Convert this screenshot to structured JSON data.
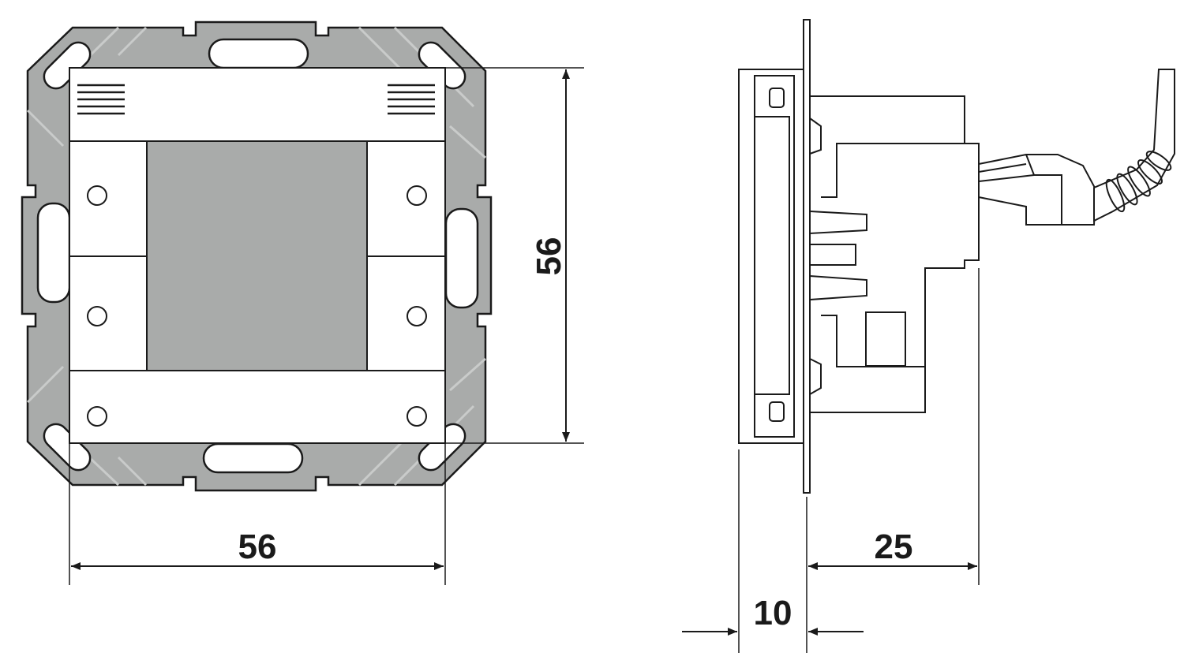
{
  "dimensions": {
    "front_width": "56",
    "front_height": "56",
    "side_front_depth": "10",
    "side_body_depth": "25"
  },
  "colors": {
    "frame_gray": "#a9abaa",
    "line": "#1a1a1a",
    "panel_white": "#ffffff",
    "display_gray": "#a9abaa"
  }
}
